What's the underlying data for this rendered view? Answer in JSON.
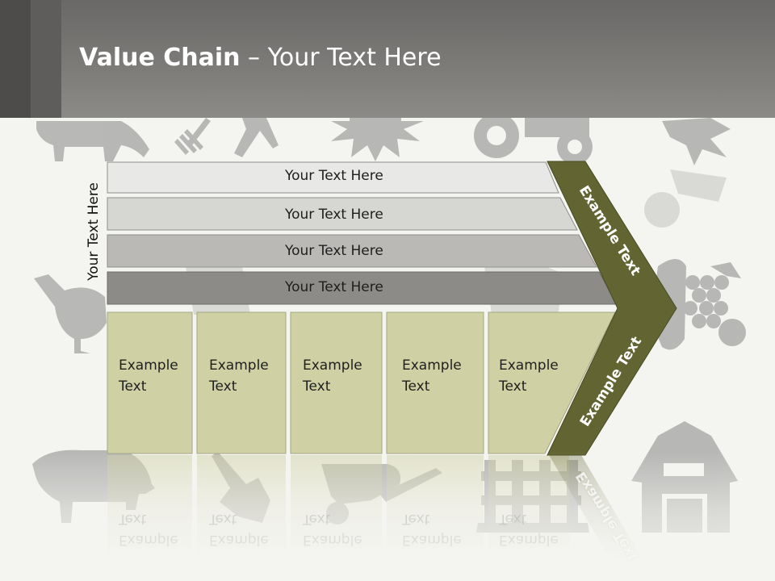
{
  "title": {
    "bold": "Value Chain",
    "rest": " – Your Text Here"
  },
  "side_label": "Your Text Here",
  "bars": [
    "Your Text Here",
    "Your Text Here",
    "Your Text Here",
    "Your Text Here"
  ],
  "boxes": [
    {
      "line1": "Example",
      "line2": "Text"
    },
    {
      "line1": "Example",
      "line2": "Text"
    },
    {
      "line1": "Example",
      "line2": "Text"
    },
    {
      "line1": "Example",
      "line2": "Text"
    },
    {
      "line1": "Example",
      "line2": "Text"
    }
  ],
  "chevron": {
    "upper": "Example Text",
    "lower": "Example Text"
  },
  "colors": {
    "bar1": "#e8e8e6",
    "bar2": "#d6d6d3",
    "bar3": "#bab9b5",
    "bar4": "#8d8b87",
    "box_fill": "#cfd0a3",
    "chevron": "#626532",
    "icon": "#9e9e9c"
  }
}
